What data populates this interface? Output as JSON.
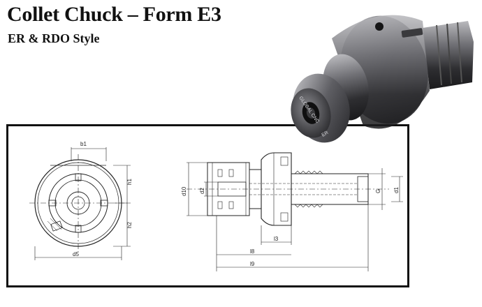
{
  "header": {
    "title": "Collet Chuck – Form E3",
    "subtitle": "ER & RDO Style"
  },
  "drawing": {
    "dimensions": {
      "b1": "b1",
      "h1": "h1",
      "h2": "h2",
      "d5": "d5",
      "d10": "d10",
      "d2": "d2",
      "l3": "l3",
      "l8": "l8",
      "l9": "l9",
      "G": "G",
      "d1": "d1"
    }
  },
  "product": {
    "engraving": "GLOBAL CNC",
    "engraving2": "ER"
  },
  "colors": {
    "line": "#222222",
    "frame": "#111111",
    "metal_dark": "#2b2b2d",
    "metal_light": "#9a9a9e"
  }
}
